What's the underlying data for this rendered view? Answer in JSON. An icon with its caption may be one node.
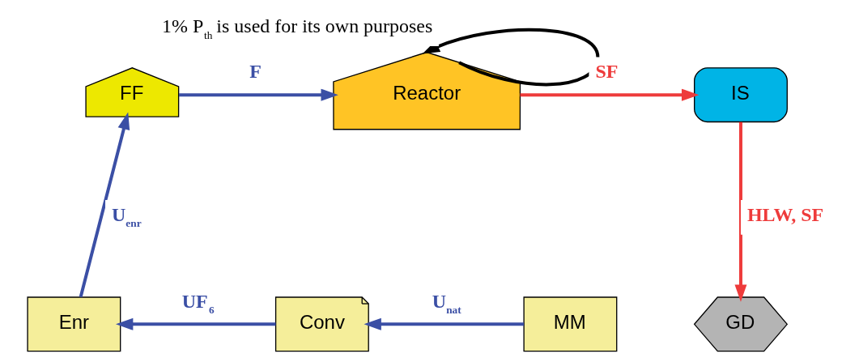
{
  "diagram": {
    "nodes": [
      {
        "text": [
          "FF"
        ]
      },
      {
        "text": [
          "Reactor"
        ]
      },
      {
        "text": [
          "IS"
        ]
      },
      {
        "text": [
          "Enr"
        ]
      },
      {
        "text": [
          "Conv"
        ]
      },
      {
        "text": [
          "MM"
        ]
      },
      {
        "text": [
          "GD"
        ]
      }
    ],
    "edges": [
      {
        "from": 0,
        "to": 1,
        "arrow": "to",
        "label": "F"
      },
      {
        "from": 1,
        "to": 2,
        "arrow": "to",
        "label": "SF",
        "color": "#ee3b3b"
      },
      {
        "from": 2,
        "to": 6,
        "arrow": "to",
        "label": "HLW, SF",
        "color": "#ee3b3b"
      },
      {
        "from": 3,
        "to": 0,
        "arrow": "to",
        "label": "U$_{enr}$"
      },
      {
        "from": 4,
        "to": 3,
        "arrow": "to",
        "label": "UF$_{6}$"
      },
      {
        "from": 5,
        "to": 4,
        "arrow": "to",
        "label": "U$_{nat}$"
      },
      {
        "from": 1,
        "to": 1,
        "arrow": "to",
        "label": "1% P$_{th}$ is used for its own purposes",
        "color": "#000000"
      }
    ]
  }
}
